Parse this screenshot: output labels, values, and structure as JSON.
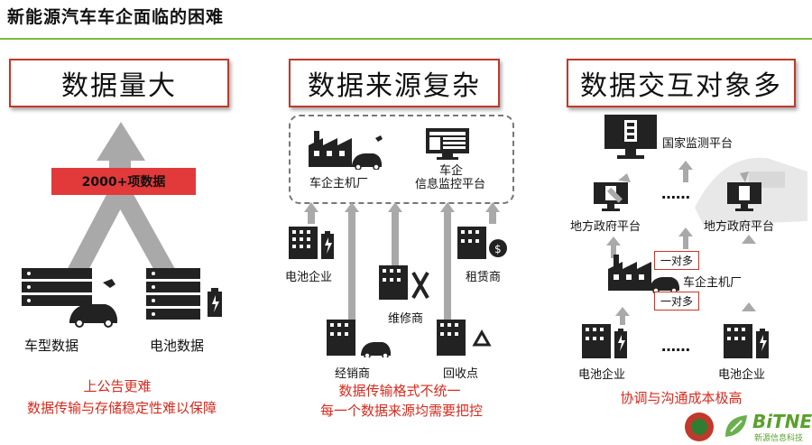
{
  "page": {
    "title": "新能源汽车车企面临的困难"
  },
  "sections": [
    {
      "header": "数据量大",
      "badge": "2000+项数据",
      "labels": [
        "车型数据",
        "电池数据"
      ],
      "notes": [
        "上公告更难",
        "数据传输与存储稳定性难以保障"
      ]
    },
    {
      "header": "数据来源复杂",
      "labels": [
        "车企主机厂",
        "车企",
        "信息监控平台",
        "电池企业",
        "维修商",
        "租赁商",
        "经销商",
        "回收点"
      ],
      "notes": [
        "数据传输格式不统一",
        "每一个数据来源均需要把控"
      ]
    },
    {
      "header": "数据交互对象多",
      "labels": [
        "国家监测平台",
        "地方政府平台",
        "地方政府平台",
        "车企主机厂",
        "电池企业",
        "电池企业",
        "……",
        "……"
      ],
      "badges": [
        "一对多",
        "一对多"
      ],
      "notes": [
        "协调与沟通成本极高"
      ]
    }
  ],
  "footer": {
    "logo_text": "BiTNEi",
    "logo_sub": "新源信息科技"
  },
  "colors": {
    "accent_green": "#7dba3a",
    "red": "#d62b1e",
    "box_border": "#c0392b",
    "arrow_gray": "#a9a9a9"
  }
}
